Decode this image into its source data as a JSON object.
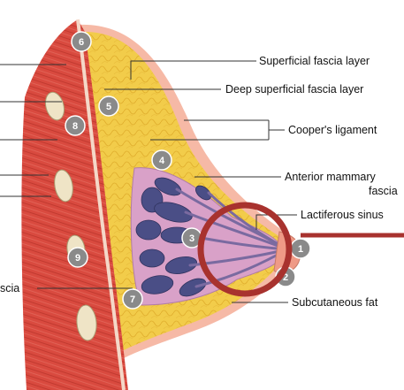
{
  "labels": {
    "superficial_fascia_layer": "Superficial fascia layer",
    "deep_superficial_fascia_layer": "Deep superficial fascia layer",
    "coopers_ligament": "Cooper's ligament",
    "anterior_mammary_fascia_line1": "Anterior mammary",
    "anterior_mammary_fascia_line2": "fascia",
    "lactiferous_sinus": "Lactiferous sinus",
    "subcutaneous_fat": "Subcutaneous fat",
    "fascia_partial": "scia"
  },
  "markers": {
    "m1": "1",
    "m2": "2",
    "m3": "3",
    "m4": "4",
    "m5": "5",
    "m6": "6",
    "m7": "7",
    "m8": "8",
    "m9": "9"
  },
  "colors": {
    "muscle": "#d94a3f",
    "muscle_dark": "#b2342b",
    "fat": "#f2cc4a",
    "fat_light": "#f7dd7a",
    "skin": "#f6b9a6",
    "gland": "#d9a1c8",
    "lobule": "#4a4e86",
    "marker": "#8a8a8a",
    "highlight_ring": "#a8322e"
  }
}
